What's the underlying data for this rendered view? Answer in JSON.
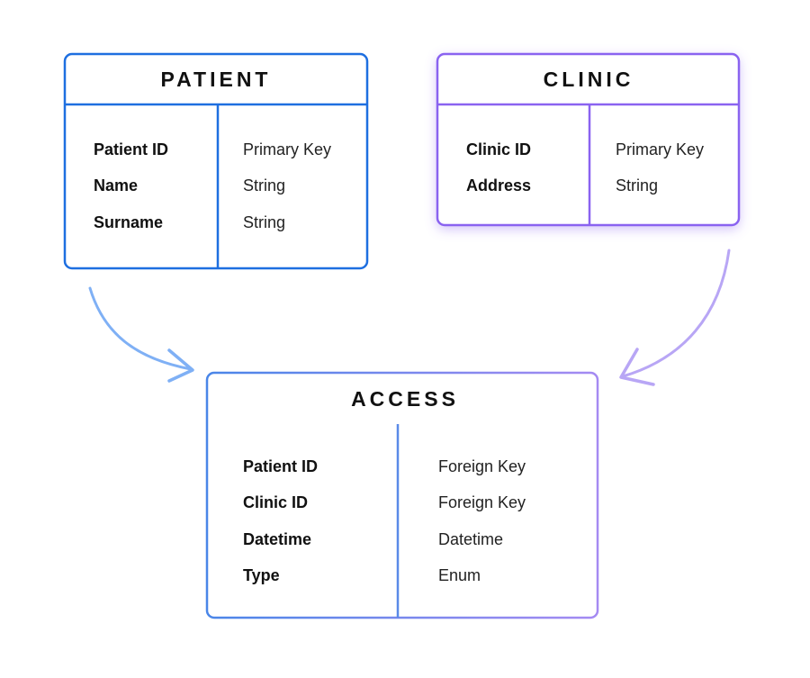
{
  "entities": {
    "patient": {
      "title": "PATIENT",
      "fields": [
        {
          "name": "Patient ID",
          "type": "Primary Key"
        },
        {
          "name": "Name",
          "type": "String"
        },
        {
          "name": "Surname",
          "type": "String"
        }
      ]
    },
    "clinic": {
      "title": "CLINIC",
      "fields": [
        {
          "name": "Clinic ID",
          "type": "Primary Key"
        },
        {
          "name": "Address",
          "type": "String"
        }
      ]
    },
    "access": {
      "title": "ACCESS",
      "fields": [
        {
          "name": "Patient ID",
          "type": "Foreign Key"
        },
        {
          "name": "Clinic ID",
          "type": "Foreign Key"
        },
        {
          "name": "Datetime",
          "type": "Datetime"
        },
        {
          "name": "Type",
          "type": "Enum"
        }
      ]
    }
  },
  "colors": {
    "patient_border": "#1e6fe0",
    "clinic_border": "#8a63f0",
    "access_gradient_start": "#4a86e8",
    "access_gradient_end": "#a58af2",
    "arrow_left": "#7fb0f5",
    "arrow_right": "#b8a6f5"
  }
}
